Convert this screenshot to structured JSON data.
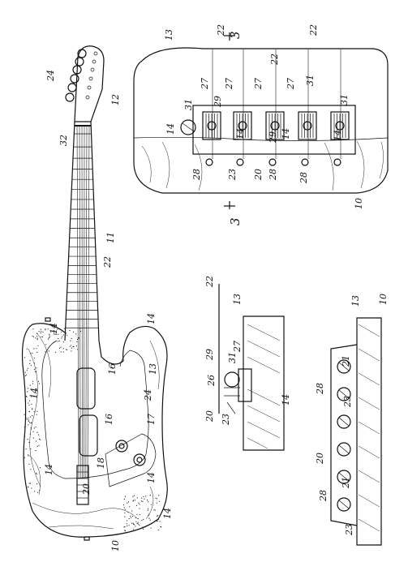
{
  "fig_main": {
    "labels": [
      {
        "t": "24"
      },
      {
        "t": "12"
      },
      {
        "t": "32"
      },
      {
        "t": "11"
      },
      {
        "t": "22"
      },
      {
        "t": "14"
      },
      {
        "t": "14"
      },
      {
        "t": "14"
      },
      {
        "t": "16"
      },
      {
        "t": "16"
      },
      {
        "t": "13"
      },
      {
        "t": "24"
      },
      {
        "t": "17"
      },
      {
        "t": "18"
      },
      {
        "t": "14"
      },
      {
        "t": "20"
      },
      {
        "t": "14"
      },
      {
        "t": "14"
      },
      {
        "t": "10"
      }
    ]
  },
  "fig_top": {
    "labels": [
      {
        "t": "13"
      },
      {
        "t": "22"
      },
      {
        "t": "22"
      },
      {
        "t": "22"
      },
      {
        "t": "27"
      },
      {
        "t": "27"
      },
      {
        "t": "27"
      },
      {
        "t": "27"
      },
      {
        "t": "31"
      },
      {
        "t": "31"
      },
      {
        "t": "29"
      },
      {
        "t": "29"
      },
      {
        "t": "14"
      },
      {
        "t": "14"
      },
      {
        "t": "14"
      },
      {
        "t": "14"
      },
      {
        "t": "28"
      },
      {
        "t": "28"
      },
      {
        "t": "28"
      },
      {
        "t": "20"
      },
      {
        "t": "23"
      },
      {
        "t": "10"
      },
      {
        "t": "31"
      }
    ],
    "section_top": "3",
    "section_bottom": "3"
  },
  "fig_mid": {
    "labels": [
      {
        "t": "22"
      },
      {
        "t": "13"
      },
      {
        "t": "27"
      },
      {
        "t": "29"
      },
      {
        "t": "31"
      },
      {
        "t": "26"
      },
      {
        "t": "20"
      },
      {
        "t": "23"
      },
      {
        "t": "14"
      }
    ]
  },
  "fig_bot": {
    "labels": [
      {
        "t": "10"
      },
      {
        "t": "13"
      },
      {
        "t": "28"
      },
      {
        "t": "20"
      },
      {
        "t": "21"
      },
      {
        "t": "23"
      },
      {
        "t": "21"
      },
      {
        "t": "28"
      },
      {
        "t": "23"
      }
    ]
  }
}
